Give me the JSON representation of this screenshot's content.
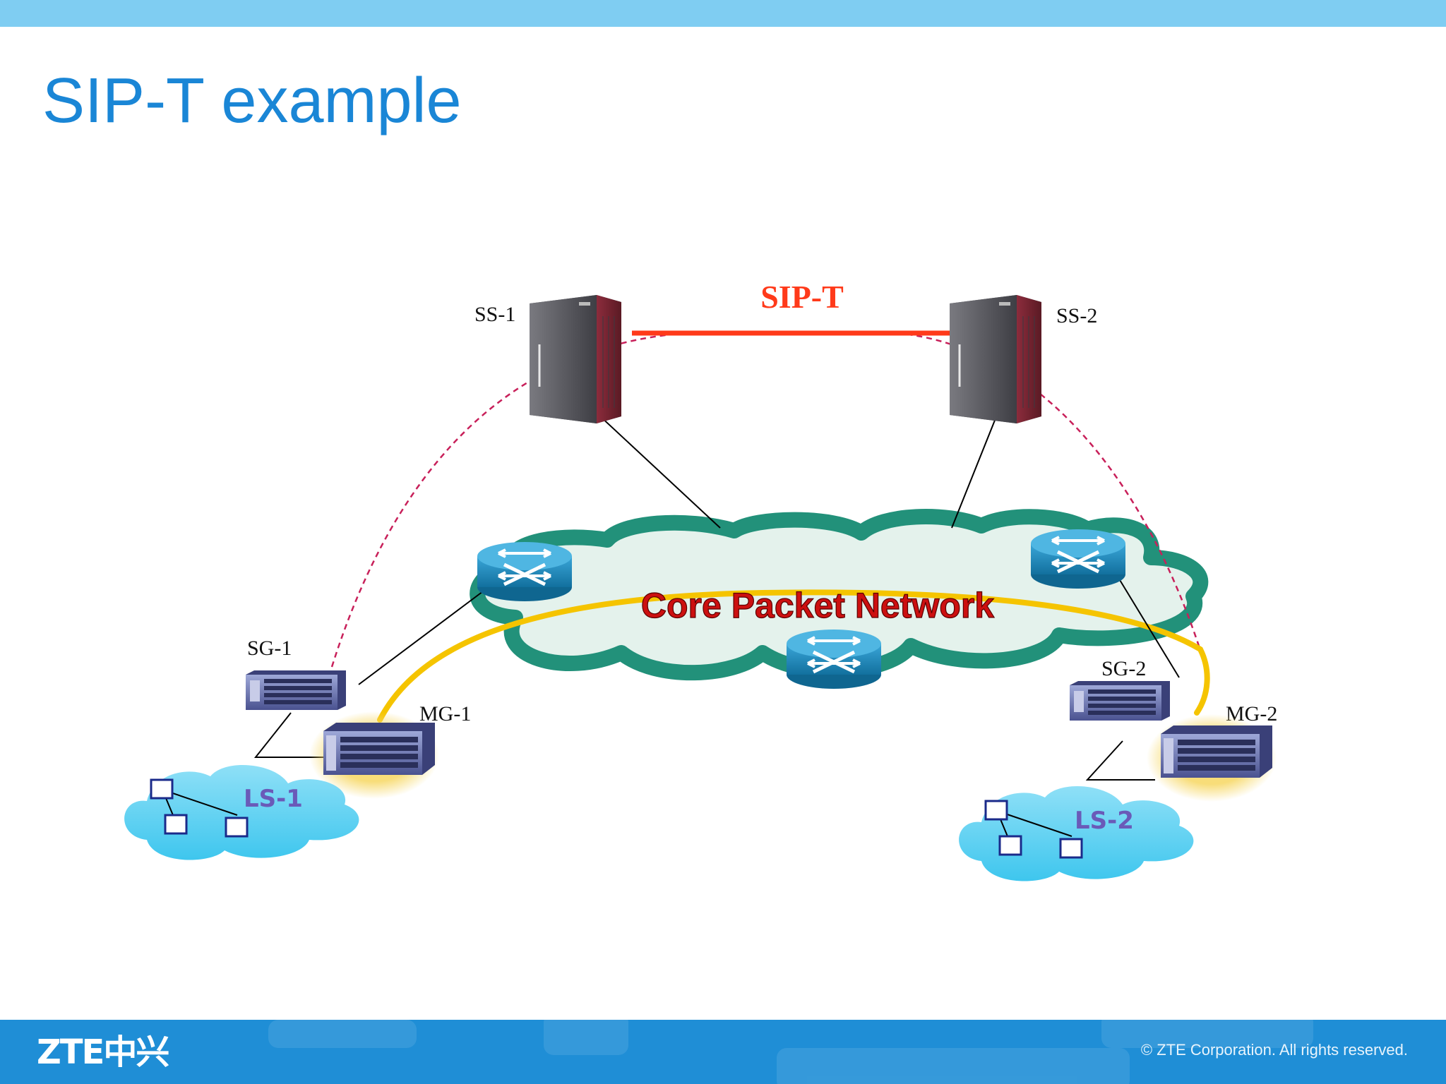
{
  "slide": {
    "title": "SIP-T example"
  },
  "diagram": {
    "link_label": "SIP-T",
    "cloud_label": "Core Packet Network",
    "nodes": {
      "ss1": "SS-1",
      "ss2": "SS-2",
      "sg1": "SG-1",
      "sg2": "SG-2",
      "mg1": "MG-1",
      "mg2": "MG-2",
      "ls1": "LS-1",
      "ls2": "LS-2"
    },
    "colors": {
      "title": "#1a86d6",
      "sip_t_link": "#ff3a1a",
      "bearer_path": "#f5c400",
      "signaling_dashed": "#c8205a",
      "cloud_label": "#cc1010",
      "ls_label": "#6a5ab8",
      "router": "#1a84b8",
      "footer": "#1f8ed6"
    }
  },
  "footer": {
    "logo": "ZTE中兴",
    "copyright": "© ZTE Corporation. All rights reserved."
  }
}
